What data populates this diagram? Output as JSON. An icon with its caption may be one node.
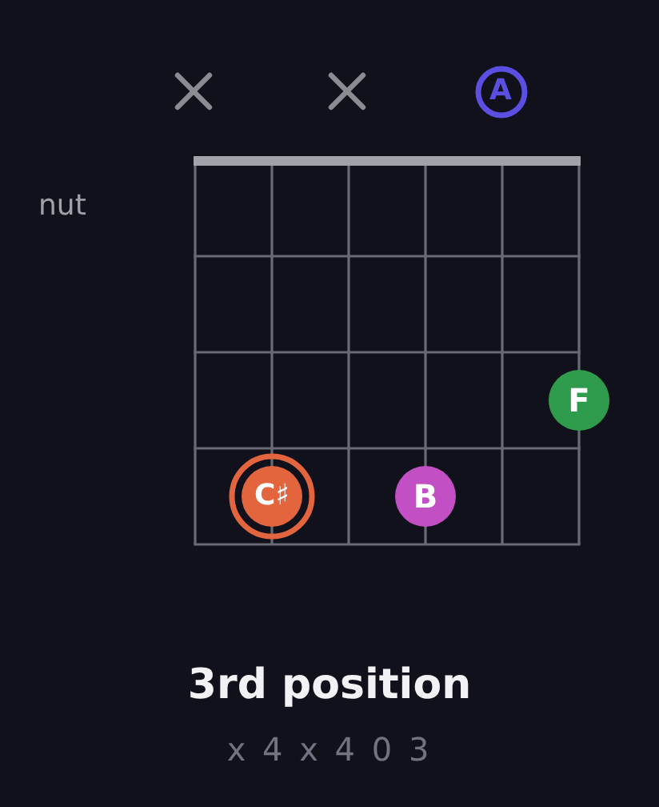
{
  "diagram": {
    "title": "3rd position",
    "caption": "x 4 x 4 0 3",
    "nodes": [
      {
        "text": [
          "A"
        ]
      },
      {
        "text": [
          "F"
        ]
      },
      {
        "text": [
          "C♯"
        ]
      },
      {
        "text": [
          "B"
        ]
      }
    ],
    "labels": [
      "nut"
    ]
  }
}
